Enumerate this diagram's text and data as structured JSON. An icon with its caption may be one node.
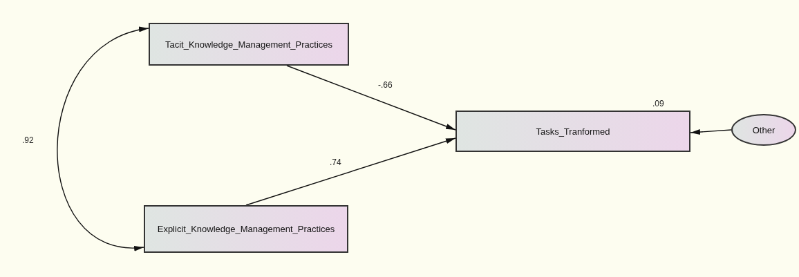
{
  "diagram": {
    "nodes": [
      {
        "text": [
          "Tacit_Knowledge_Management_Practices"
        ]
      },
      {
        "text": [
          "Explicit_Knowledge_Management_Practices"
        ]
      },
      {
        "text": [
          "Tasks_Tranformed"
        ],
        "beside": [
          ".09"
        ]
      },
      {
        "text": [
          "Other"
        ]
      }
    ],
    "edges": [
      {
        "from": 0,
        "to": 2,
        "arrow": "to",
        "label": "-.66"
      },
      {
        "from": 1,
        "to": 2,
        "arrow": "to",
        "label": ".74"
      },
      {
        "from": 3,
        "to": 2,
        "arrow": "to"
      },
      {
        "from": 0,
        "to": 1,
        "arrow": "both",
        "label": ".92"
      }
    ]
  }
}
